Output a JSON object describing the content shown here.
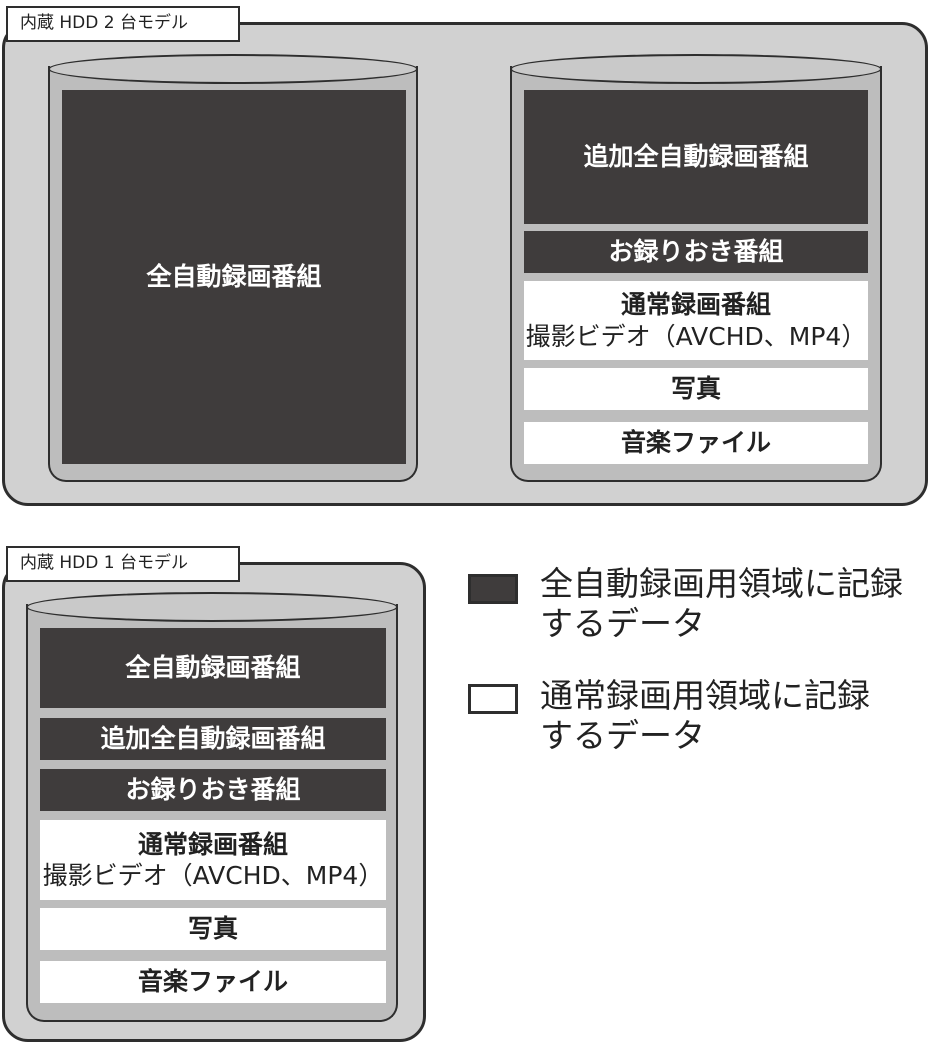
{
  "top_model": {
    "tab_label": "内蔵 HDD 2 台モデル",
    "left_drive": [
      "全自動録画番組"
    ],
    "right_drive": [
      "追加全自動録画番組",
      "お録りおき番組",
      "通常録画番組",
      "撮影ビデオ（AVCHD、MP4）",
      "写真",
      "音楽ファイル"
    ]
  },
  "bottom_model": {
    "tab_label": "内蔵 HDD 1 台モデル",
    "drive": [
      "全自動録画番組",
      "追加全自動録画番組",
      "お録りおき番組",
      "通常録画番組",
      "撮影ビデオ（AVCHD、MP4）",
      "写真",
      "音楽ファイル"
    ]
  },
  "legend": {
    "dark_label": "全自動録画用領域に記録\nするデータ",
    "light_label": "通常録画用領域に記録\nするデータ"
  },
  "colors": {
    "dark": "#3f3c3c",
    "light": "#ffffff",
    "panel": "#d1d1d1",
    "drive": "#bdbdbd"
  }
}
